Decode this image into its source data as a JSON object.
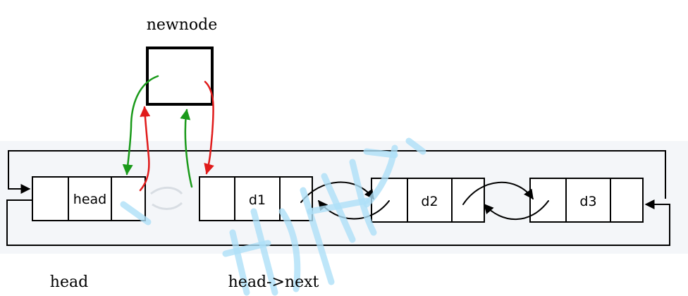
{
  "labels": {
    "newnode": "newnode",
    "head_caption": "head",
    "head_next_caption": "head->next"
  },
  "nodes": {
    "head": "head",
    "d1": "d1",
    "d2": "d2",
    "d3": "d3"
  },
  "colors": {
    "green_arrow": "#1a9a1a",
    "red_arrow": "#e01b1b",
    "outline": "#000000",
    "watermark": "#aee0f7"
  }
}
